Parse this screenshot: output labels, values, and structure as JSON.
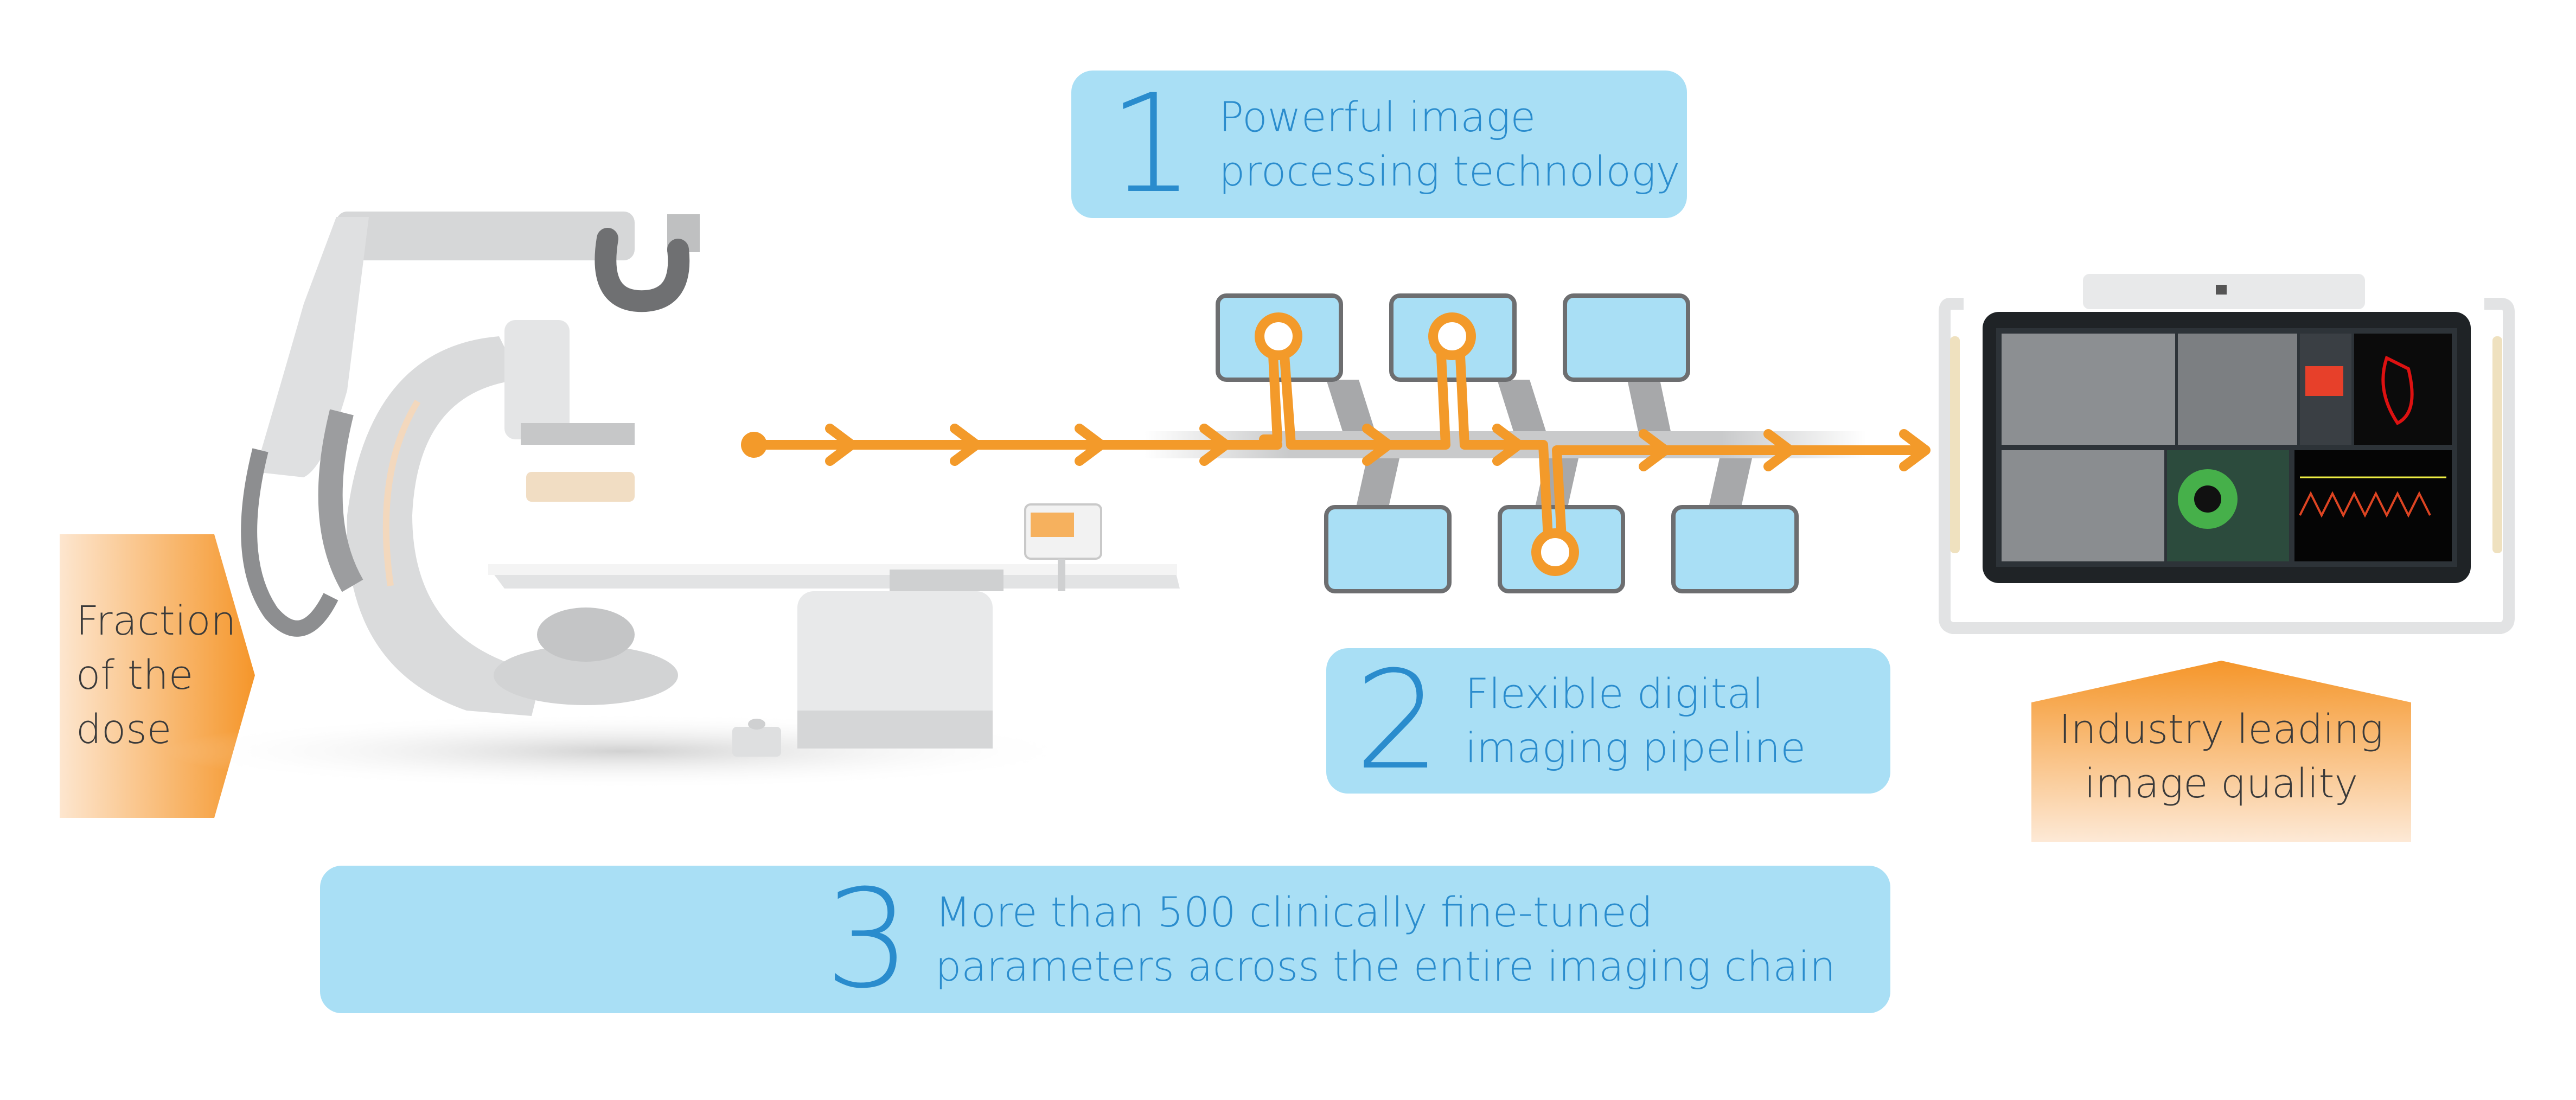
{
  "callouts": {
    "c1": {
      "number": "1",
      "text": "Powerful image processing technology"
    },
    "c2": {
      "number": "2",
      "text": "Flexible digital imaging pipeline"
    },
    "c3": {
      "number": "3",
      "text": "More than 500 clinically fine-tuned parameters across the entire imaging chain"
    }
  },
  "labels": {
    "dose": "Fraction of the dose",
    "quality": "Industry leading image quality"
  },
  "colors": {
    "callout_bg": "#a9dff5",
    "callout_text": "#2a8ccd",
    "pipeline_orange": "#f39a2a",
    "node_fill": "#a9dff5",
    "node_border": "#6d6e70"
  }
}
